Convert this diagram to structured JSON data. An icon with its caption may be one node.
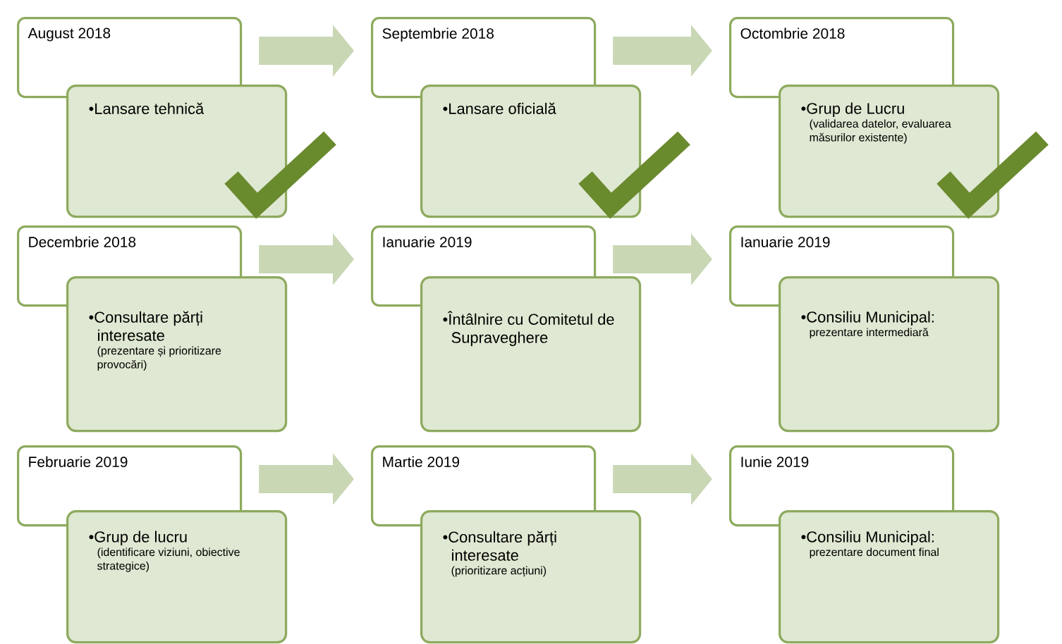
{
  "diagram": {
    "nodes": [
      {
        "text": [
          "August 2018"
        ]
      },
      {
        "text": [
          "•Lansare tehnică"
        ]
      },
      {
        "text": [
          "Septembrie 2018"
        ]
      },
      {
        "text": [
          "•Lansare oficială"
        ]
      },
      {
        "text": [
          "Octombrie 2018"
        ]
      },
      {
        "text": [
          "•Grup de Lucru",
          "(validarea datelor, evaluarea măsurilor existente)"
        ]
      },
      {
        "text": [
          "Decembrie 2018"
        ]
      },
      {
        "text": [
          "•Consultare părți interesate",
          "(prezentare și prioritizare provocări)"
        ]
      },
      {
        "text": [
          "Ianuarie 2019"
        ]
      },
      {
        "text": [
          "•Întâlnire cu Comitetul de Supraveghere"
        ]
      },
      {
        "text": [
          "Ianuarie 2019"
        ]
      },
      {
        "text": [
          "•Consiliu Municipal:",
          "prezentare intermediară"
        ]
      },
      {
        "text": [
          "Februarie 2019"
        ]
      },
      {
        "text": [
          "•Grup de lucru",
          "(identificare viziuni, obiective strategice)"
        ]
      },
      {
        "text": [
          "Martie 2019"
        ]
      },
      {
        "text": [
          "•Consultare părți interesate",
          "(prioritizare acțiuni)"
        ]
      },
      {
        "text": [
          "Iunie 2019"
        ]
      },
      {
        "text": [
          "•Consiliu Municipal:",
          "prezentare document final"
        ]
      }
    ],
    "edges": [
      {
        "from": 0,
        "to": 2,
        "arrow": "to"
      },
      {
        "from": 2,
        "to": 4,
        "arrow": "to"
      },
      {
        "from": 6,
        "to": 8,
        "arrow": "to"
      },
      {
        "from": 8,
        "to": 10,
        "arrow": "to"
      },
      {
        "from": 12,
        "to": 14,
        "arrow": "to"
      },
      {
        "from": 14,
        "to": 16,
        "arrow": "to"
      }
    ]
  }
}
